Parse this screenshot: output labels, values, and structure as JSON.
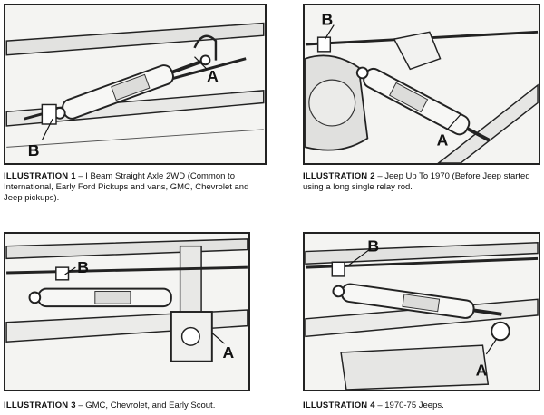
{
  "illustrations": [
    {
      "label": "ILLUSTRATION 1",
      "text": "– I Beam Straight Axle 2WD (Common to International, Early Ford Pickups and vans, GMC, Chevrolet and Jeep pickups).",
      "callouts": [
        "A",
        "B"
      ]
    },
    {
      "label": "ILLUSTRATION 2",
      "text": "– Jeep Up To 1970 (Before Jeep started using a long single relay rod.",
      "callouts": [
        "B",
        "A"
      ]
    },
    {
      "label": "ILLUSTRATION 3",
      "text": "– GMC, Chevrolet, and Early Scout.",
      "callouts": [
        "B",
        "A"
      ]
    },
    {
      "label": "ILLUSTRATION 4",
      "text": "– 1970-75 Jeeps.",
      "callouts": [
        "B",
        "A"
      ]
    }
  ]
}
